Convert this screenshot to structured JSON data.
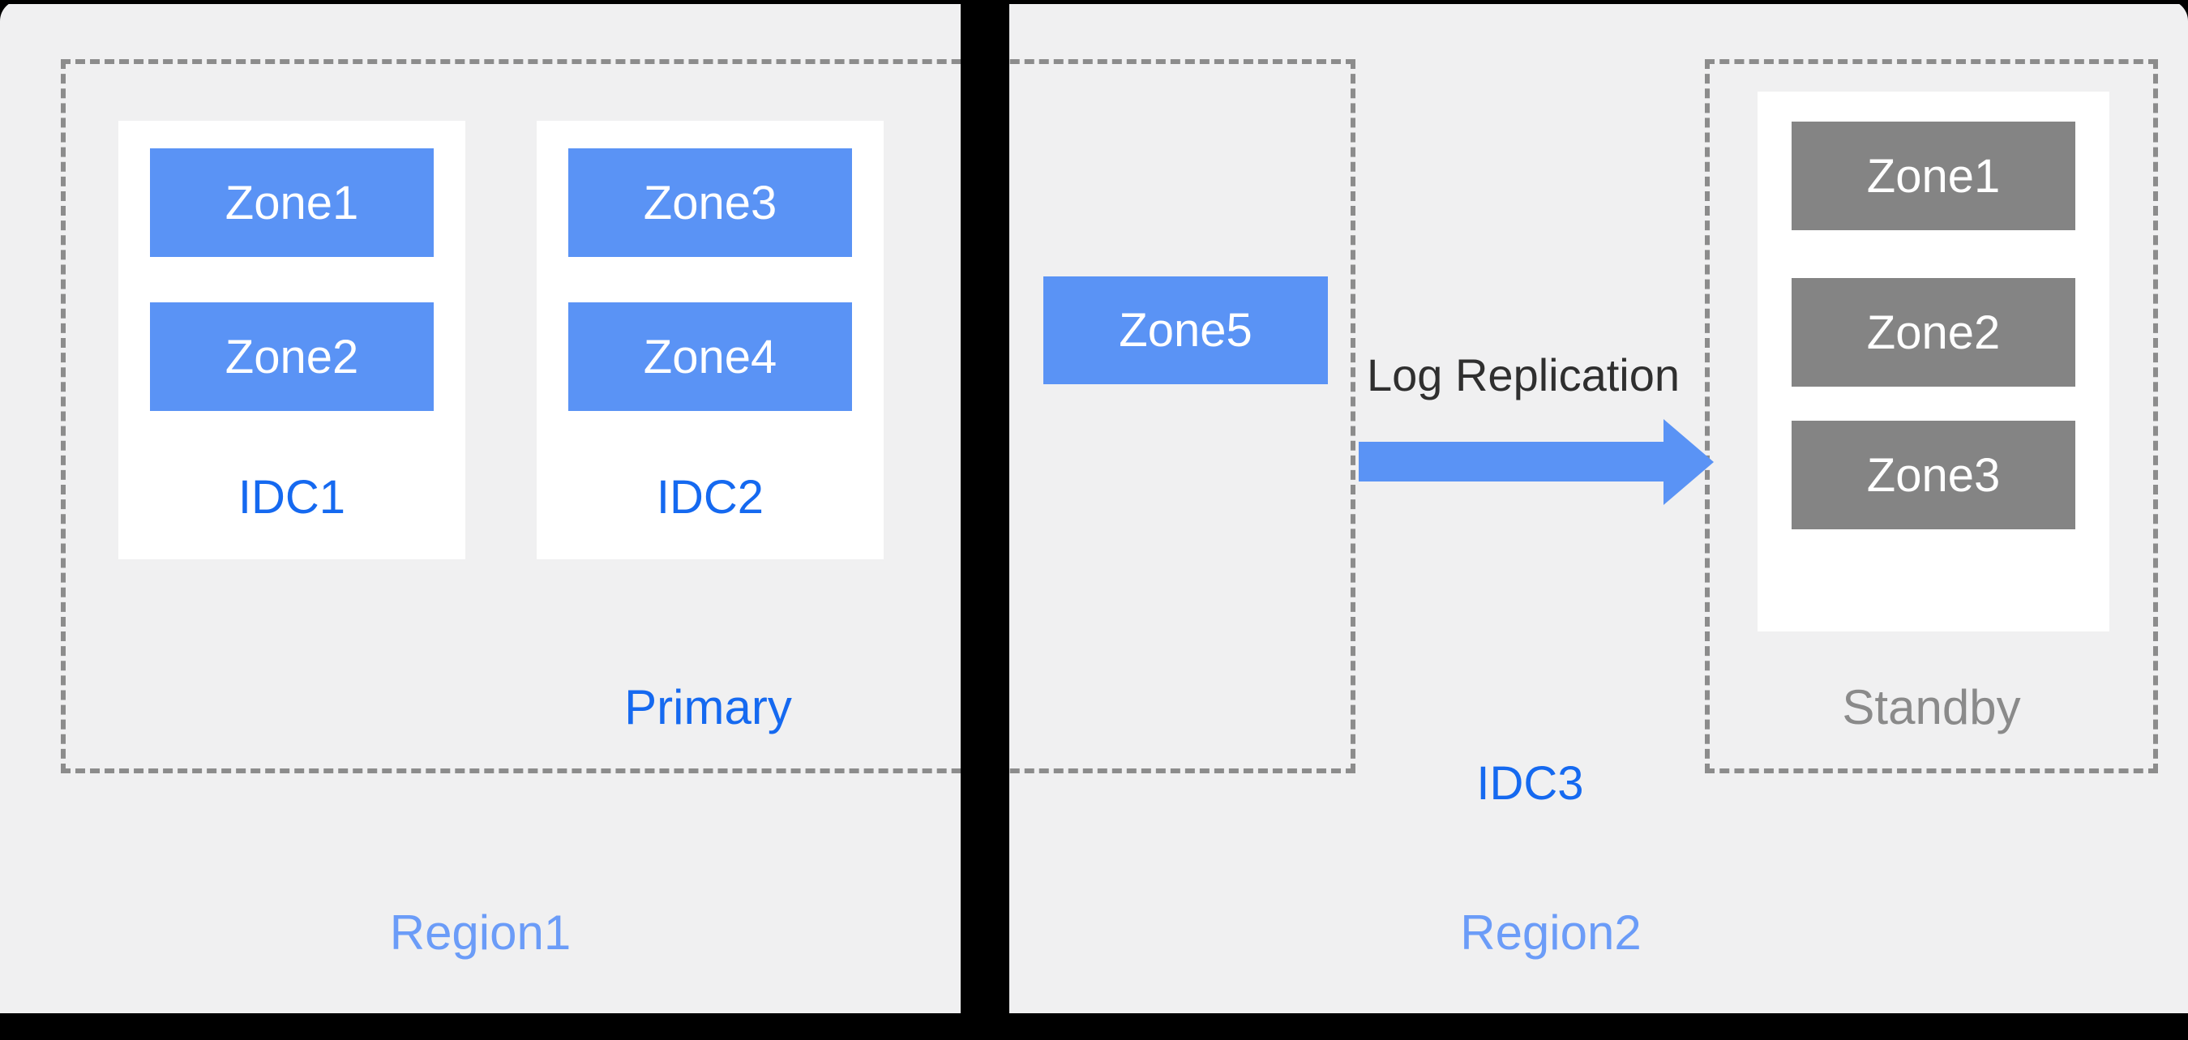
{
  "diagram": {
    "region1": {
      "label": "Region1",
      "primary_label": "Primary",
      "idcs": [
        {
          "name": "IDC1",
          "zones": [
            "Zone1",
            "Zone2"
          ]
        },
        {
          "name": "IDC2",
          "zones": [
            "Zone3",
            "Zone4"
          ]
        }
      ]
    },
    "region2": {
      "label": "Region2",
      "idc3_label": "IDC3",
      "zone5_label": "Zone5",
      "replication_label": "Log Replication",
      "standby": {
        "label": "Standby",
        "zones": [
          "Zone1",
          "Zone2",
          "Zone3"
        ]
      }
    },
    "colors": {
      "panel_background": "#F0F0F1",
      "frame_black": "#000000",
      "zone_blue": "#5A93F5",
      "zone_gray": "#848484",
      "accent_blue_text": "#1569F0",
      "region_blue_text": "#6B9CF8",
      "standby_gray_text": "#8A8A8A",
      "replication_text": "#2F2F2F",
      "dashed_border": "#8C8C8C"
    }
  }
}
